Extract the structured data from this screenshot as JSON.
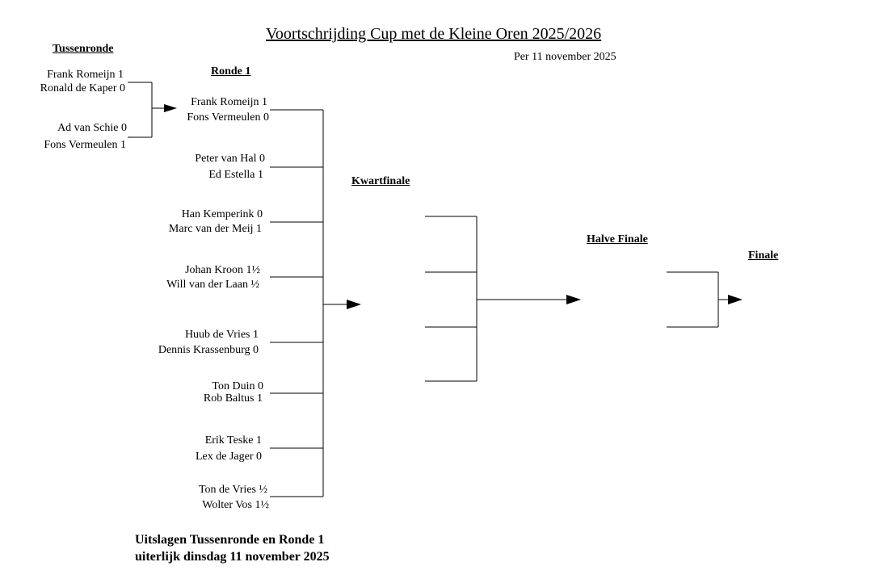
{
  "title": "Voortschrijding Cup met de Kleine Oren 2025/2026",
  "date": "Per 11 november 2025",
  "headers": {
    "tussenronde": "Tussenronde",
    "ronde1": "Ronde 1",
    "kwartfinale": "Kwartfinale",
    "halve_finale": "Halve Finale",
    "finale": "Finale"
  },
  "tussenronde": [
    "Frank Romeijn 1",
    "Ronald de Kaper 0",
    "Ad van Schie 0",
    "Fons Vermeulen 1"
  ],
  "ronde1": [
    "Frank Romeijn 1",
    "Fons Vermeulen 0",
    "Peter van Hal 0",
    "Ed Estella 1",
    "Han Kemperink 0",
    "Marc van der Meij 1",
    "Johan Kroon 1½",
    "Will van der Laan ½",
    "Huub de Vries 1",
    "Dennis Krassenburg 0",
    "Ton Duin 0",
    "Rob Baltus 1",
    "Erik Teske 1",
    "Lex de Jager 0",
    "Ton de Vries  ½",
    "Wolter Vos  1½"
  ],
  "note": {
    "line1": "Uitslagen Tussenronde en Ronde 1",
    "line2": "uiterlijk dinsdag 11 november 2025"
  }
}
